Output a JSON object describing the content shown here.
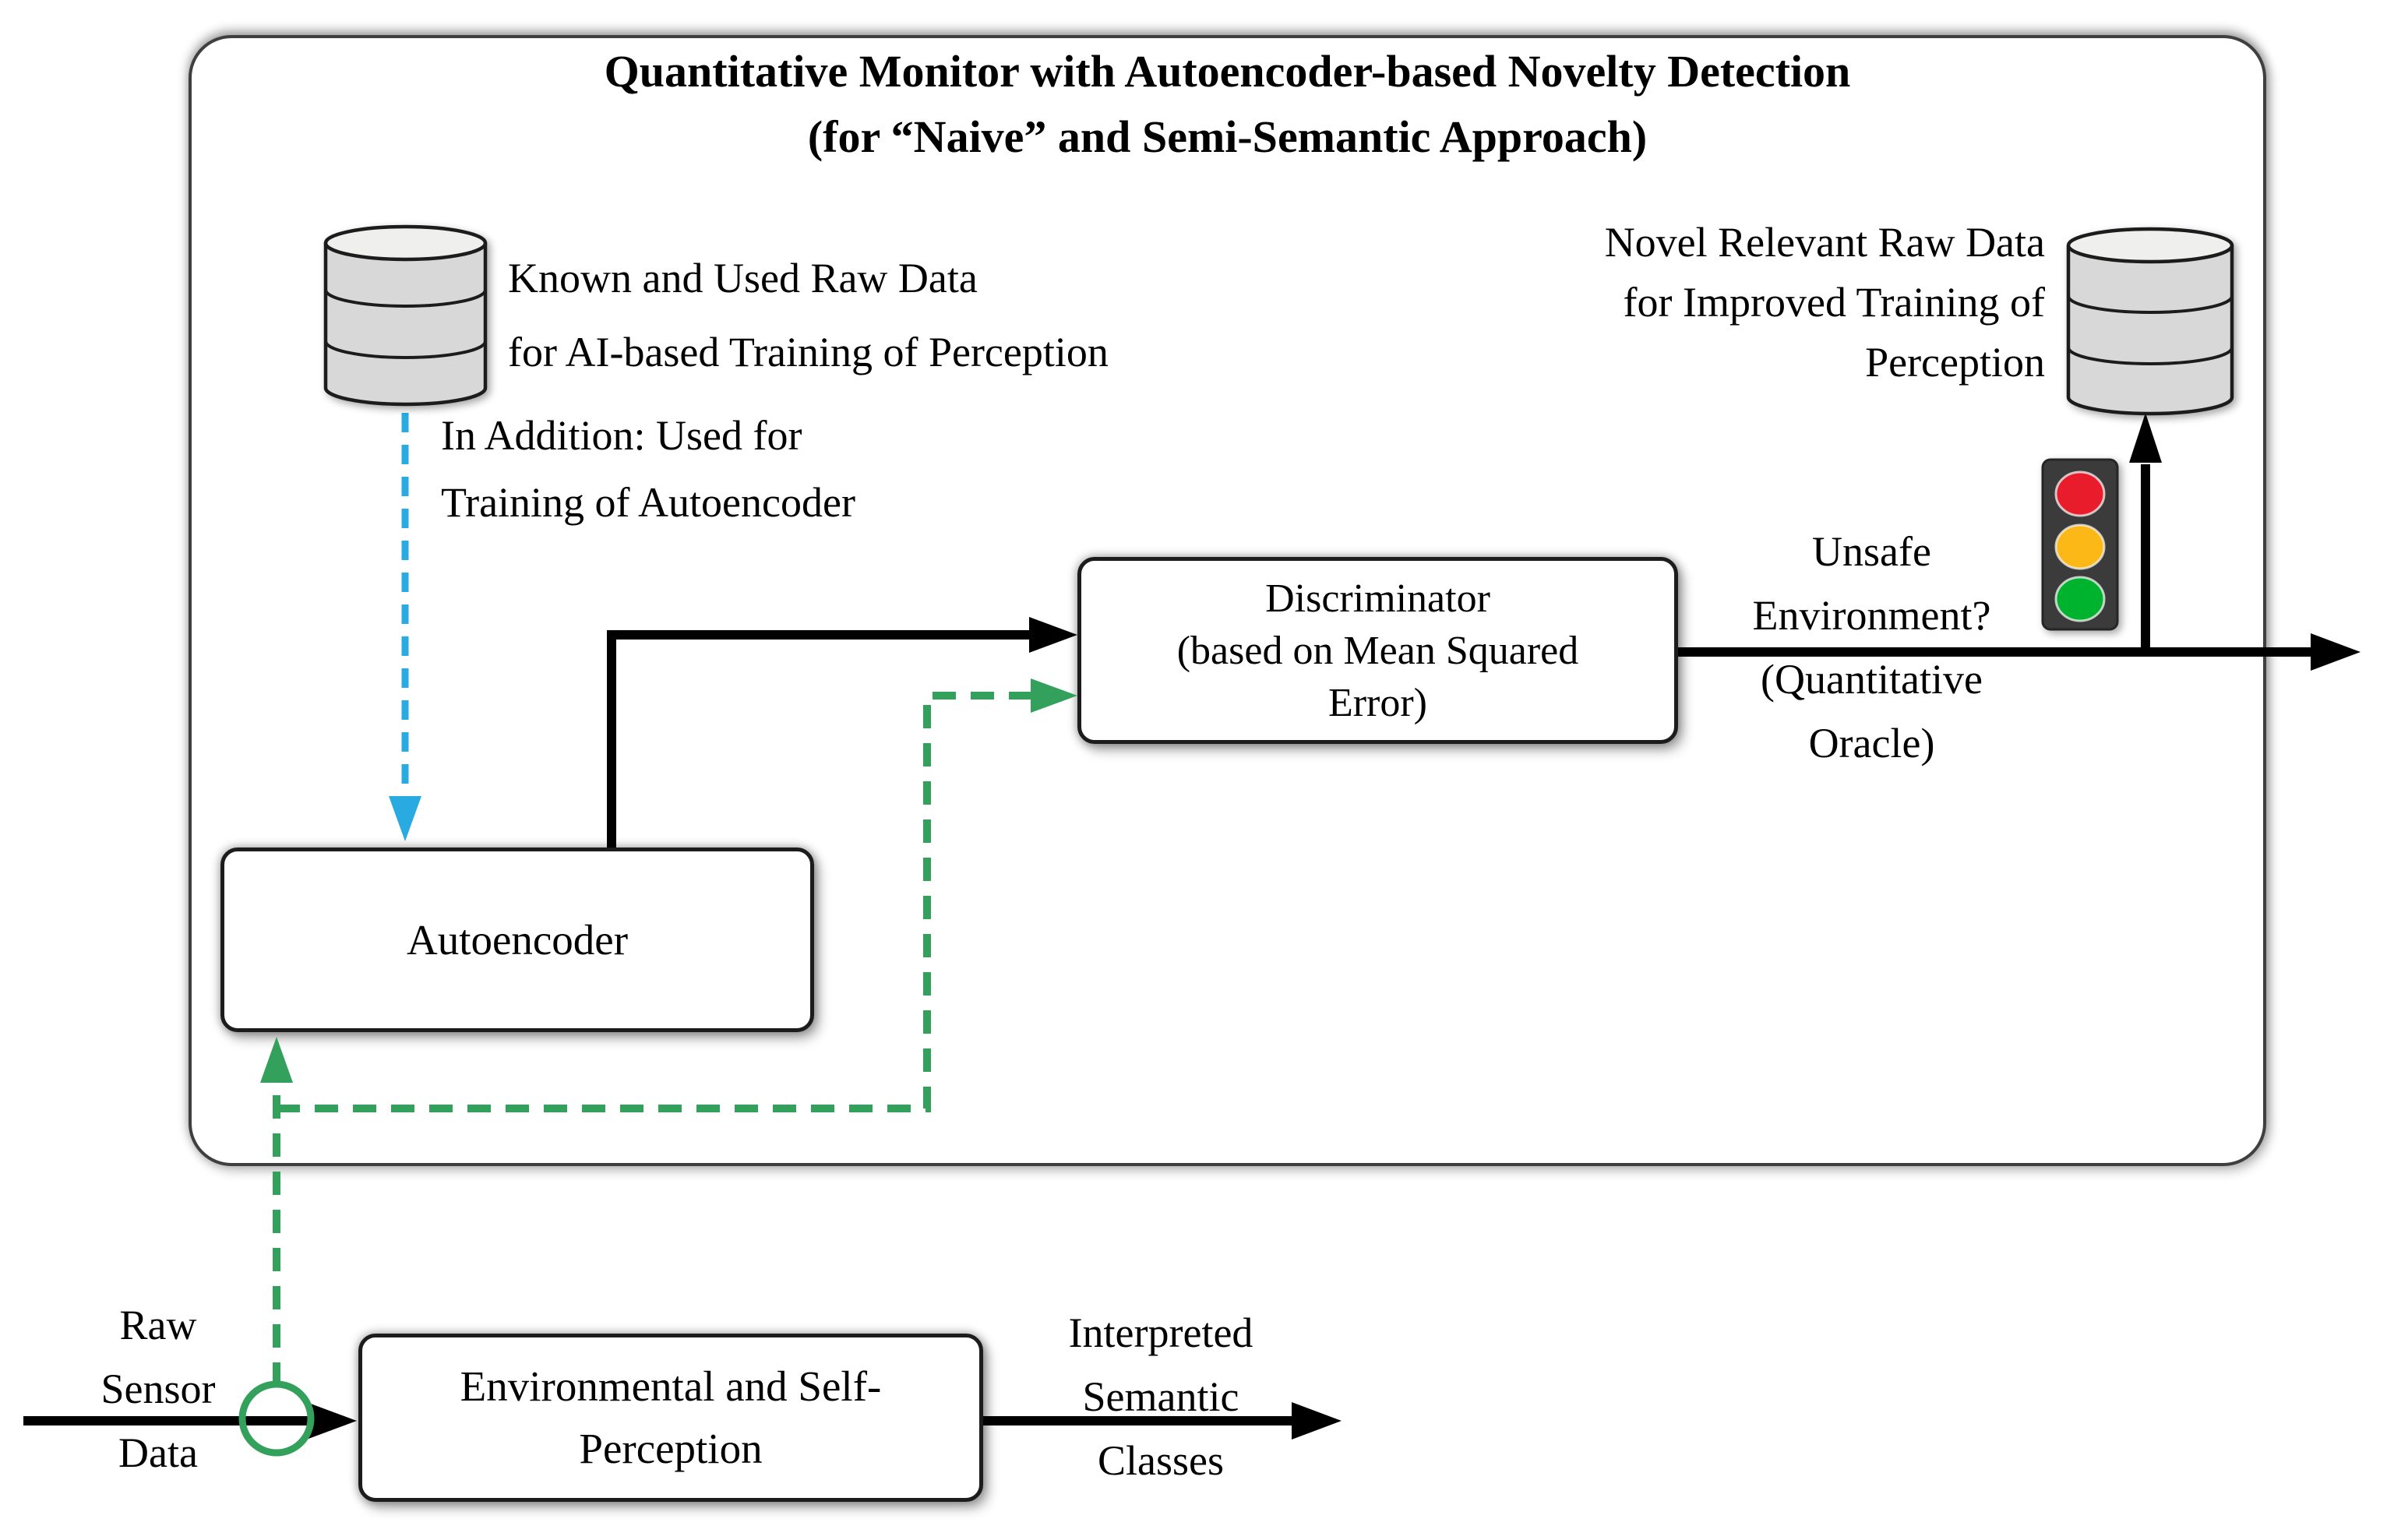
{
  "colors": {
    "ink": "#000000",
    "green": "#33a05c",
    "blue": "#29abe2",
    "red": "#e81e2b",
    "amber": "#fcb813",
    "light-green": "#06b32e",
    "cyl-fill": "#d8d8d8",
    "cyl-top": "#eff0ee",
    "traffic-body": "#3b3b3b"
  },
  "title": "Quantitative Monitor with Autoencoder-based Novelty Detection\n(for “Naive” and Semi-Semantic Approach)",
  "nodes": {
    "known_database_label": "Known and Used Raw Data\nfor AI-based Training of Perception",
    "training_note": "In Addition: Used for\nTraining of Autoencoder",
    "autoencoder": "Autoencoder",
    "discriminator": "Discriminator\n(based on Mean Squared\nError)",
    "oracle": "Unsafe\nEnvironment?\n(Quantitative\nOracle)",
    "novel_database_label": "Novel Relevant Raw Data\nfor Improved Training of\nPerception",
    "perception": "Environmental and Self-\nPerception",
    "raw_input": "Raw\nSensor\nData",
    "output": "Interpreted\nSemantic\nClasses"
  },
  "icons": {
    "known_database": "database-cylinder",
    "novel_database": "database-cylinder",
    "traffic_light": "traffic-light (red, amber, green lamps)",
    "junction": "junction-circle on raw sensor data line"
  }
}
